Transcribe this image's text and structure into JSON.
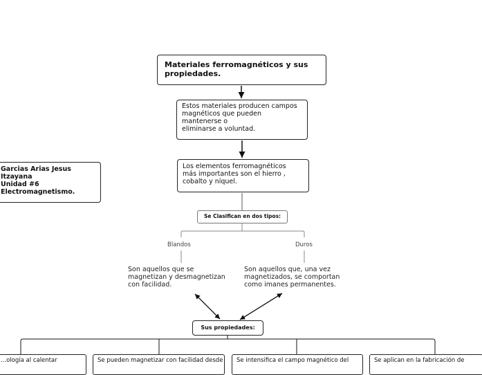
{
  "title": "Materiales ferromagnéticos y sus\npropiedades.",
  "description": "Estos materiales producen campos\nmagnéticos que pueden\nmantenerse o\neliminarse a voluntad.",
  "elements": "Los elementos ferromagnéticos\nmás importantes son el hierro ,\ncobalto y níquel.",
  "author": "Garcias Arias Jesus\nItzayana\nUnidad #6\nElectromagnetismo.",
  "classify": "Se Clasifican en dos tipos:",
  "soft": {
    "label": "Blandos",
    "text": "Son  aquellos que se\nmagnetizan y desmagnetizan\ncon facilidad."
  },
  "hard": {
    "label": "Duros",
    "text": "Son aquellos que, una vez\nmagnetizados, se comportan\ncomo imanes permanentes."
  },
  "properties": "Sus propiedades:",
  "bottom_boxes": [
    "...ología al calentar",
    "Se pueden magnetizar con facilidad desde",
    "Se intensifica el campo magnético del",
    "Se aplican en la fabricación de"
  ]
}
